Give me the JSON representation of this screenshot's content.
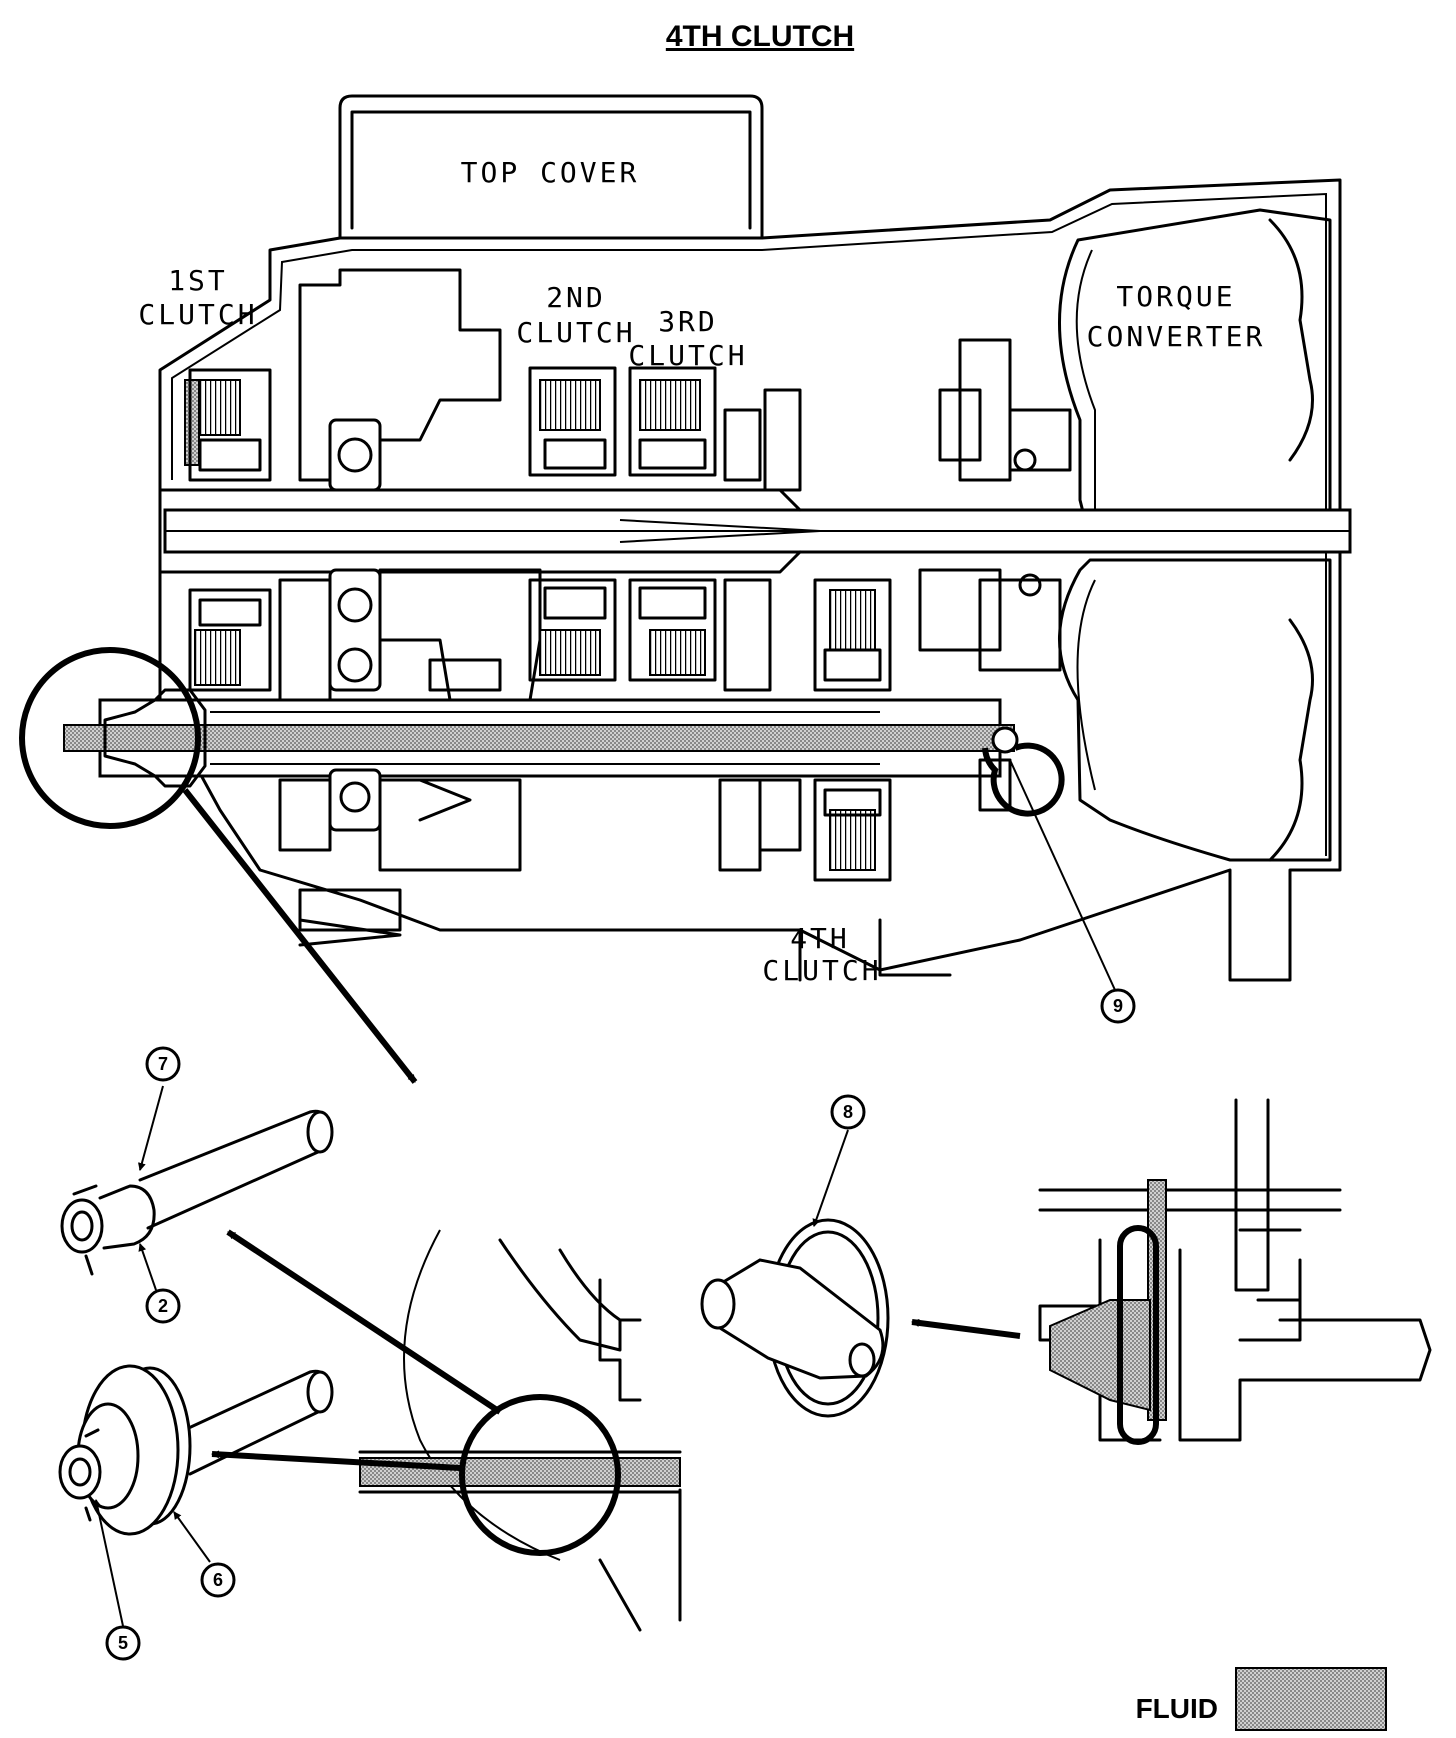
{
  "title": "4TH CLUTCH",
  "labels": {
    "top_cover": "TOP COVER",
    "first_clutch": [
      "1ST",
      "CLUTCH"
    ],
    "second_clutch": [
      "2ND",
      "CLUTCH"
    ],
    "third_clutch": [
      "3RD",
      "CLUTCH"
    ],
    "torque_converter": [
      "TORQUE",
      "CONVERTER"
    ],
    "fourth_clutch": [
      "4TH",
      "CLUTCH"
    ]
  },
  "callouts": {
    "c2": "2",
    "c5": "5",
    "c6": "6",
    "c7": "7",
    "c8": "8",
    "c9": "9"
  },
  "legend": {
    "label": "FLUID"
  }
}
